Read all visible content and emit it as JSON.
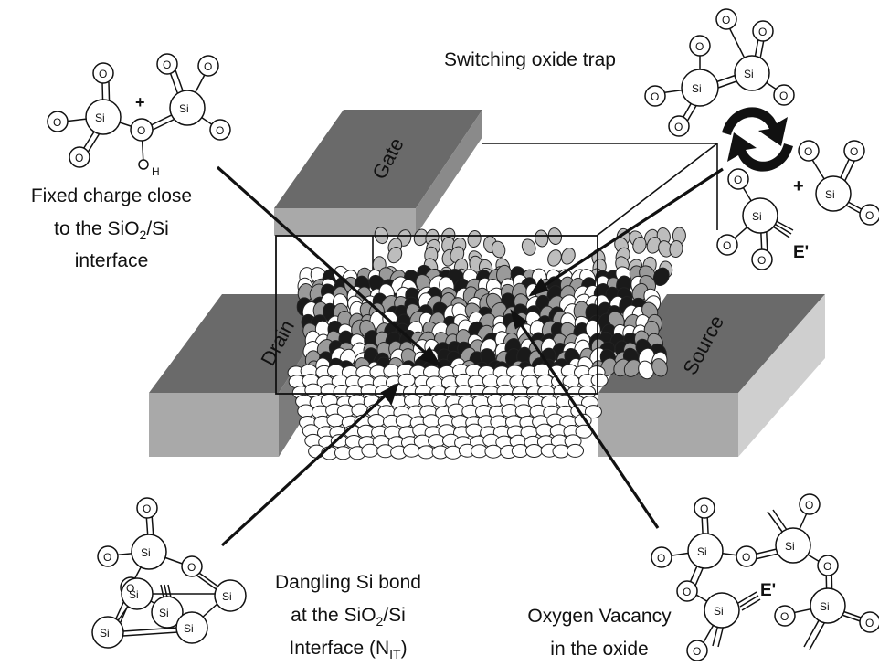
{
  "labels": {
    "switching_trap": "Switching oxide trap",
    "fixed_charge": {
      "line1": "Fixed charge close",
      "line2_pre": "to the SiO",
      "line2_sub": "2",
      "line2_post": "/Si",
      "line3": "interface"
    },
    "dangling": {
      "line1": "Dangling Si bond",
      "line2_pre": "at the SiO",
      "line2_sub": "2",
      "line2_post": "/Si",
      "line3_pre": "Interface (N",
      "line3_sub": "IT",
      "line3_post": ")"
    },
    "vacancy": {
      "line1": "Oxygen Vacancy",
      "line2": "in the oxide"
    }
  },
  "terminals": {
    "gate": "Gate",
    "drain": "Drain",
    "source": "Source"
  },
  "atoms": {
    "silicon": "Si",
    "oxygen": "O",
    "hydrogen": "H",
    "plus": "+",
    "e_prime": "E'"
  }
}
